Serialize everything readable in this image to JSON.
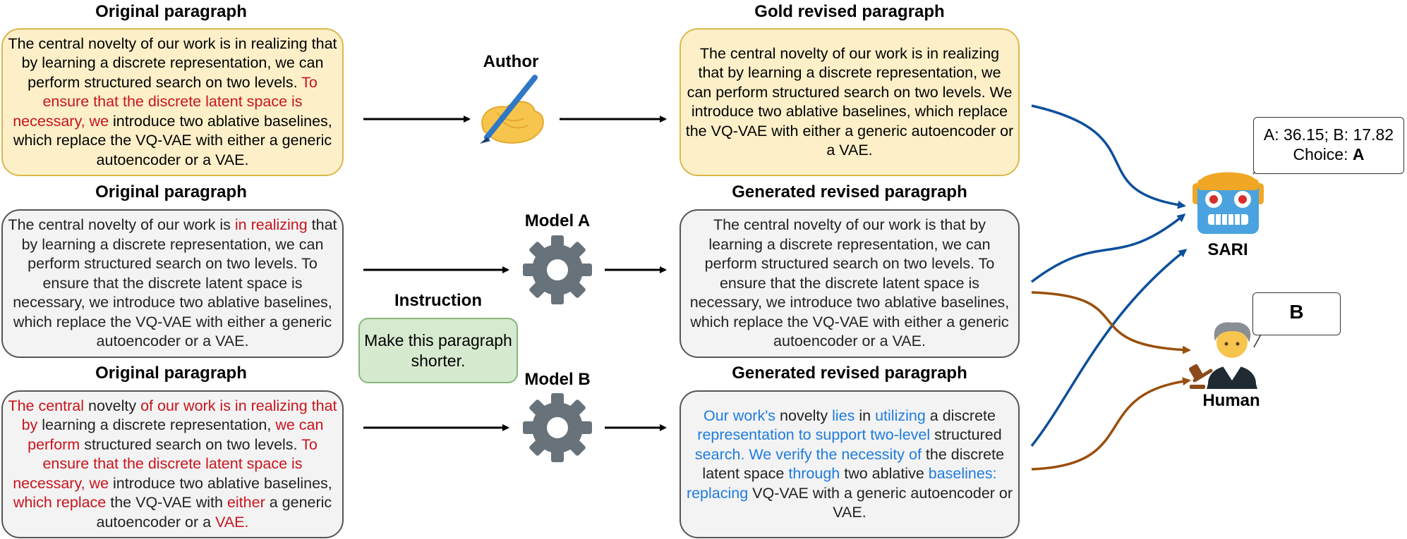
{
  "rows": {
    "author": {
      "left_heading": "Original paragraph",
      "left_segments": [
        {
          "t": "The central novelty of our work is in realizing that by learning a discrete representation, we can perform structured search on two levels. ",
          "c": ""
        },
        {
          "t": "To ensure that the discrete latent space is necessary, we",
          "c": "red"
        },
        {
          "t": " introduce two ablative baselines, which replace the VQ-VAE with either a generic autoencoder or a VAE.",
          "c": ""
        }
      ],
      "agent_label": "Author",
      "right_heading": "Gold revised paragraph",
      "right_segments": [
        {
          "t": "The central novelty of our work is in realizing that by learning a discrete representation, we can perform structured search on two levels. We introduce two ablative baselines, which replace the VQ-VAE with either a generic autoencoder or a VAE.",
          "c": ""
        }
      ]
    },
    "model_a": {
      "left_heading": "Original paragraph",
      "left_segments": [
        {
          "t": "The central novelty of our work is ",
          "c": ""
        },
        {
          "t": "in realizing",
          "c": "red"
        },
        {
          "t": " that by learning a discrete representation, we can perform structured search on two levels. To ensure that the discrete latent space is necessary, we introduce two ablative baselines, which replace the VQ-VAE with either a generic autoencoder or a VAE.",
          "c": ""
        }
      ],
      "agent_label": "Model A",
      "right_heading": "Generated revised paragraph",
      "right_segments": [
        {
          "t": "The central novelty of our work is that by learning a discrete representation, we can perform structured search on two levels. To ensure that the discrete latent space is necessary, we introduce two ablative baselines, which replace the VQ-VAE with either a generic autoencoder or a VAE.",
          "c": ""
        }
      ]
    },
    "model_b": {
      "left_heading": "Original paragraph",
      "left_segments": [
        {
          "t": "The central",
          "c": "red"
        },
        {
          "t": " novelty ",
          "c": ""
        },
        {
          "t": "of our work is in realizing that by",
          "c": "red"
        },
        {
          "t": " learning a discrete representation, ",
          "c": ""
        },
        {
          "t": "we can perform",
          "c": "red"
        },
        {
          "t": " structured search on two levels. ",
          "c": ""
        },
        {
          "t": "To ensure that the discrete latent space is necessary, we",
          "c": "red"
        },
        {
          "t": " introduce two ablative baselines, ",
          "c": ""
        },
        {
          "t": "which replace",
          "c": "red"
        },
        {
          "t": " the VQ-VAE with ",
          "c": ""
        },
        {
          "t": "either",
          "c": "red"
        },
        {
          "t": " a generic autoencoder or a ",
          "c": ""
        },
        {
          "t": "VAE.",
          "c": "red"
        }
      ],
      "agent_label": "Model B",
      "right_heading": "Generated revised paragraph",
      "right_segments": [
        {
          "t": "Our work's",
          "c": "blue"
        },
        {
          "t": " novelty ",
          "c": ""
        },
        {
          "t": "lies",
          "c": "blue"
        },
        {
          "t": " in ",
          "c": ""
        },
        {
          "t": "utilizing",
          "c": "blue"
        },
        {
          "t": " a discrete ",
          "c": ""
        },
        {
          "t": "representation to support two-level",
          "c": "blue"
        },
        {
          "t": " structured ",
          "c": ""
        },
        {
          "t": "search. We verify the necessity of",
          "c": "blue"
        },
        {
          "t": " the discrete latent space ",
          "c": ""
        },
        {
          "t": "through",
          "c": "blue"
        },
        {
          "t": " two ablative ",
          "c": ""
        },
        {
          "t": "baselines: replacing",
          "c": "blue"
        },
        {
          "t": " VQ-VAE with a generic autoencoder or VAE.",
          "c": ""
        }
      ]
    }
  },
  "instruction": {
    "heading": "Instruction",
    "text": "Make this paragraph shorter."
  },
  "sari": {
    "label": "SARI",
    "scores_text": "A: 36.15; B: 17.82",
    "choice_label": "Choice: ",
    "choice_value": "A"
  },
  "human": {
    "label": "Human",
    "choice_value": "B"
  },
  "colors": {
    "edit_red": "#c8141c",
    "edit_blue": "#1e7ce0",
    "arrow_blue": "#0d4f9b",
    "arrow_brown": "#9a4f0c",
    "gear": "#67727b"
  }
}
